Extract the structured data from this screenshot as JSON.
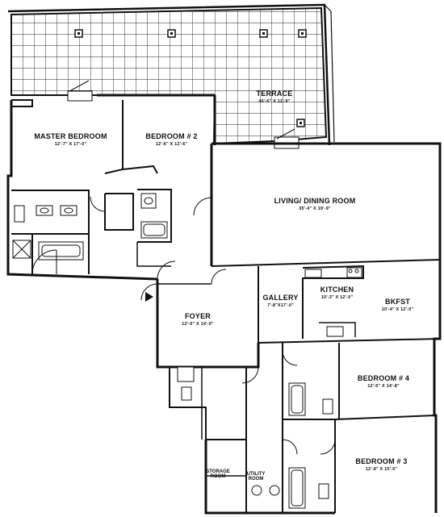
{
  "rooms": {
    "terrace": {
      "name": "TERRACE",
      "dims": "46'-6\" X 11'-9\""
    },
    "master_bedroom": {
      "name": "MASTER BEDROOM",
      "dims": "12'-7\" X 17'-0\""
    },
    "bedroom2": {
      "name": "BEDROOM # 2",
      "dims": "12'-6\" X 12'-6\""
    },
    "living_dining": {
      "name": "LIVING/ DINING ROOM",
      "dims": "35'-4\" X 19'-9\""
    },
    "kitchen": {
      "name": "KITCHEN",
      "dims": "10'-3\" X 12'-0\""
    },
    "gallery": {
      "name": "GALLERY",
      "dims": "7'-8\"X17'-0\""
    },
    "bkfst": {
      "name": "BKFST",
      "dims": "10'-4\" X 12'-0\""
    },
    "foyer": {
      "name": "FOYER",
      "dims": "12'-0\" X 14'-0\""
    },
    "bedroom4": {
      "name": "BEDROOM # 4",
      "dims": "12'-5\" X 14'-8\""
    },
    "bedroom3": {
      "name": "BEDROOM # 3",
      "dims": "12'-8\" X 15'-5\""
    },
    "storage": {
      "name": "STORAGE\nROOM"
    },
    "utility": {
      "name": "UTILITY\nROOM"
    }
  },
  "colors": {
    "wall": "#111111",
    "grid": "#222222",
    "background": "#ffffff"
  }
}
